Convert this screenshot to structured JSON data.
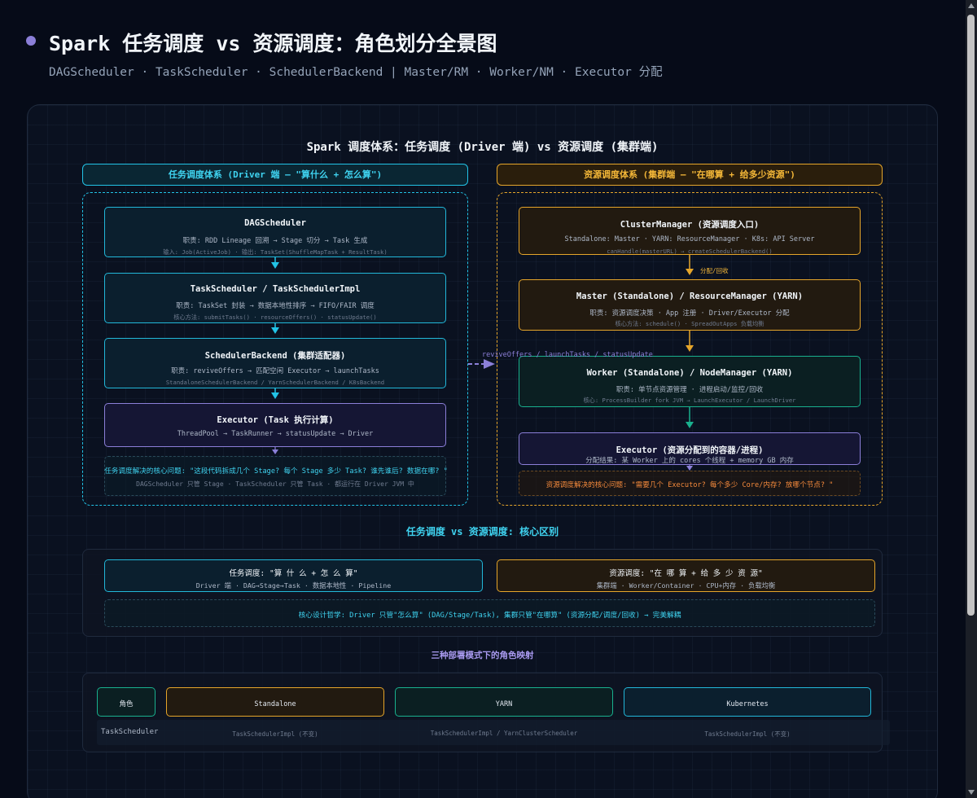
{
  "header": {
    "title": "Spark 任务调度 vs 资源调度：角色划分全景图",
    "subtitle": "DAGScheduler · TaskScheduler · SchedulerBackend | Master/RM · Worker/NM · Executor 分配"
  },
  "diagram": {
    "title": "Spark 调度体系：任务调度 (Driver 端) vs 资源调度 (集群端)",
    "left": {
      "title": "任务调度体系 (Driver 端 — \"算什么 + 怎么算\")",
      "nodes": [
        {
          "title": "DAGScheduler",
          "desc": "职责: RDD Lineage 回溯 → Stage 切分 → Task 生成",
          "sub": "输入: Job(ActiveJob) · 输出: TaskSet(ShuffleMapTask + ResultTask)"
        },
        {
          "title": "TaskScheduler / TaskSchedulerImpl",
          "desc": "职责: TaskSet 封装 → 数据本地性排序 → FIFO/FAIR 调度",
          "sub": "核心方法: submitTasks() · resourceOffers() · statusUpdate()"
        },
        {
          "title": "SchedulerBackend (集群适配器)",
          "desc": "职责: reviveOffers → 匹配空闲 Executor → launchTasks",
          "sub": "StandaloneSchedulerBackend / YarnSchedulerBackend / K8sBackend"
        },
        {
          "title": "Executor (Task 执行计算)",
          "desc": "ThreadPool → TaskRunner → statusUpdate → Driver"
        }
      ],
      "note_title": "任务调度解决的核心问题: \"这段代码拆成几个 Stage? 每个 Stage 多少 Task? 谁先谁后? 数据在哪? \"",
      "note_sub": "DAGScheduler 只管 Stage · TaskScheduler 只管 Task · 都运行在 Driver JVM 中"
    },
    "right": {
      "title": "资源调度体系 (集群端 — \"在哪算 + 给多少资源\")",
      "nodes": [
        {
          "title": "ClusterManager (资源调度入口)",
          "desc": "Standalone: Master · YARN: ResourceManager · K8s: API Server",
          "sub": "canHandle(masterURL) → createSchedulerBackend()"
        },
        {
          "title": "Master (Standalone) / ResourceManager (YARN)",
          "desc": "职责: 资源调度决策 · App 注册 · Driver/Executor 分配",
          "sub": "核心方法: schedule() · SpreadOutApps 负载均衡"
        },
        {
          "title": "Worker (Standalone) / NodeManager (YARN)",
          "desc": "职责: 单节点资源管理 · 进程启动/监控/回收",
          "sub": "核心: ProcessBuilder fork JVM → LaunchExecutor / LaunchDriver"
        },
        {
          "title": "Executor (资源分配到的容器/进程)",
          "desc": "分配结果: 某 Worker 上的 cores 个线程 + memory GB 内存"
        }
      ],
      "arrow_label": "分配/回收",
      "note_title": "资源调度解决的核心问题: \"需要几个 Executor? 每个多少 Core/内存? 放哪个节点? \""
    },
    "bridge_label": "reviveOffers / launchTasks / statusUpdate"
  },
  "comparison": {
    "title": "任务调度 vs 资源调度: 核心区别",
    "task": {
      "title": "任务调度: \"算 什 么 + 怎 么 算\"",
      "desc": "Driver 端 · DAG→Stage→Task · 数据本地性 · Pipeline"
    },
    "resource": {
      "title": "资源调度: \"在 哪 算 + 给 多 少 资 源\"",
      "desc": "集群端 · Worker/Container · CPU+内存 · 负载均衡"
    },
    "philosophy": "核心设计哲学: Driver 只管\"怎么算\" (DAG/Stage/Task), 集群只管\"在哪算\" (资源分配/调度/回收) → 完美解耦"
  },
  "mapping": {
    "title": "三种部署模式下的角色映射",
    "headers": [
      "角色",
      "Standalone",
      "YARN",
      "Kubernetes"
    ],
    "rows": [
      [
        "TaskScheduler",
        "TaskSchedulerImpl (不变)",
        "TaskSchedulerImpl / YarnClusterScheduler",
        "TaskSchedulerImpl (不变)"
      ]
    ]
  },
  "colors": {
    "cyan": "#22c3e6",
    "amber": "#e5a52a",
    "green": "#19b08e",
    "purple": "#8b7fd8"
  }
}
